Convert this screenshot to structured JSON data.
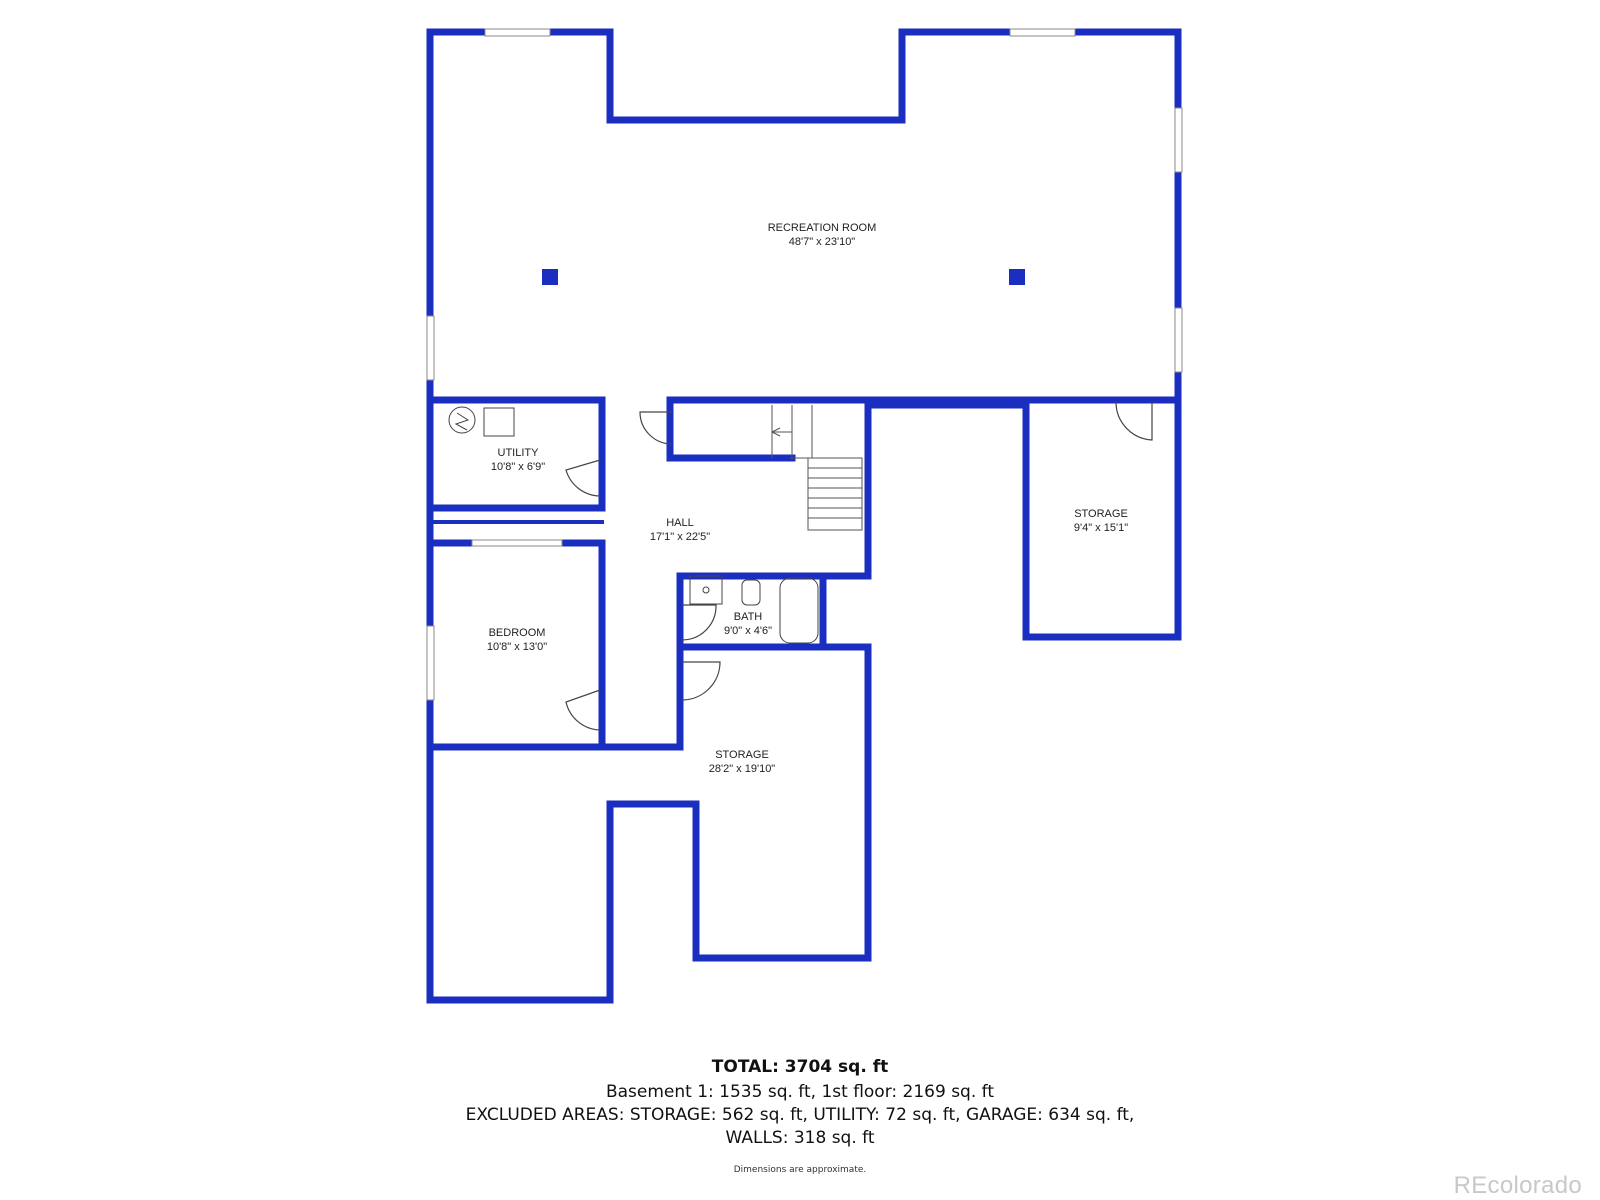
{
  "rooms": [
    {
      "name": "RECREATION ROOM",
      "size": "48'7\" x 23'10\""
    },
    {
      "name": "UTILITY",
      "size": "10'8\" x 6'9\""
    },
    {
      "name": "HALL",
      "size": "17'1\" x 22'5\""
    },
    {
      "name": "STORAGE",
      "size": "9'4\" x 15'1\""
    },
    {
      "name": "BATH",
      "size": "9'0\" x 4'6\""
    },
    {
      "name": "BEDROOM",
      "size": "10'8\" x 13'0\""
    },
    {
      "name": "STORAGE",
      "size": "28'2\" x 19'10\""
    }
  ],
  "summary": {
    "total": "TOTAL: 3704 sq. ft",
    "line1": "Basement 1: 1535 sq. ft, 1st floor: 2169 sq. ft",
    "line2": "EXCLUDED AREAS: STORAGE: 562 sq. ft, UTILITY: 72 sq. ft, GARAGE: 634 sq. ft,",
    "line3": "WALLS: 318 sq. ft",
    "note": "Dimensions are approximate."
  },
  "brand": "REcolorado",
  "colors": {
    "wall": "#1a2fbf",
    "background": "#ffffff"
  }
}
